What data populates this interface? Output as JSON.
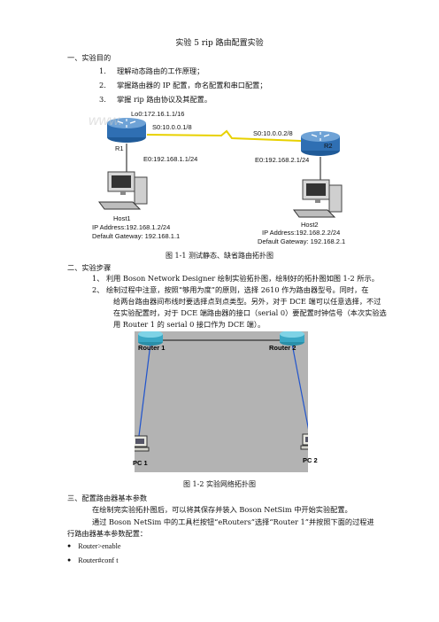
{
  "doc": {
    "title": "实验 5 rip 路由配置实验",
    "s1": {
      "heading": "一、实验目的",
      "items": [
        {
          "n": "1.",
          "text": "理解动态路由的工作原理；"
        },
        {
          "n": "2.",
          "text": "掌握路由器的 IP 配置，命名配置和串口配置；"
        },
        {
          "n": "3.",
          "text": "掌握 rip 路由协议及其配置。"
        }
      ]
    },
    "fig1": {
      "r1_lo": "Lo0:172.16.1.1/16",
      "r1_s0": "S0:10.0.0.1/8",
      "r1_name": "R1",
      "r1_e0": "E0:192.168.1.1/24",
      "r2_s0": "S0:10.0.0.2/8",
      "r2_name": "R2",
      "r2_e0": "E0:192.168.2.1/24",
      "host1": {
        "name": "Host1",
        "ip": "IP Address:192.168.1.2/24",
        "gw": "Default Gateway: 192.168.1.1"
      },
      "host2": {
        "name": "Host2",
        "ip": "IP Address:192.168.2.2/24",
        "gw": "Default Gateway: 192.168.2.1"
      },
      "watermark": "www.",
      "caption": "图 1-1 测试静态、缺省路由拓扑图"
    },
    "s2": {
      "heading": "二、实验步骤",
      "item1": "1、 利用 Boson Network Designer 绘制实验拓扑图，绘制好的拓扑图如图 1-2 所示。",
      "item2_lines": [
        "2、 绘制过程中注意，按照“够用为度”的原则，选择 2610 作为路由器型号。同时，在",
        "给两台路由器间布线时要选择点到点类型。另外，对于 DCE 端可以任意选择，不过",
        "在实验配置时，对于 DCE 端路由器的接口（serial 0）要配置时钟信号（本次实验选",
        "用 Router 1 的 serial 0 接口作为 DCE 端）。"
      ]
    },
    "fig2": {
      "router1": "Router 1",
      "router2": "Router 2",
      "pc1": "PC 1",
      "pc2": "PC 2",
      "caption": "图 1-2  实验网络拓扑图"
    },
    "s3": {
      "heading": "三、配置路由器基本参数",
      "p1": "在绘制完实验拓扑图后，可以将其保存并装入 Boson NetSim 中开始实验配置。",
      "p2_l1": "通过 Boson NetSim 中的工具栏按钮“eRouters”选择“Router 1”并按照下面的过程进",
      "p2_l2": "行路由器基本参数配置：",
      "bullets": [
        "Router>enable",
        "Router#conf    t"
      ]
    },
    "colors": {
      "router_blue": "#2f6fb3",
      "serial_yellow": "#e8d100",
      "fig2_bg": "#b3b3b3",
      "fig2_link": "#2255cc"
    }
  }
}
